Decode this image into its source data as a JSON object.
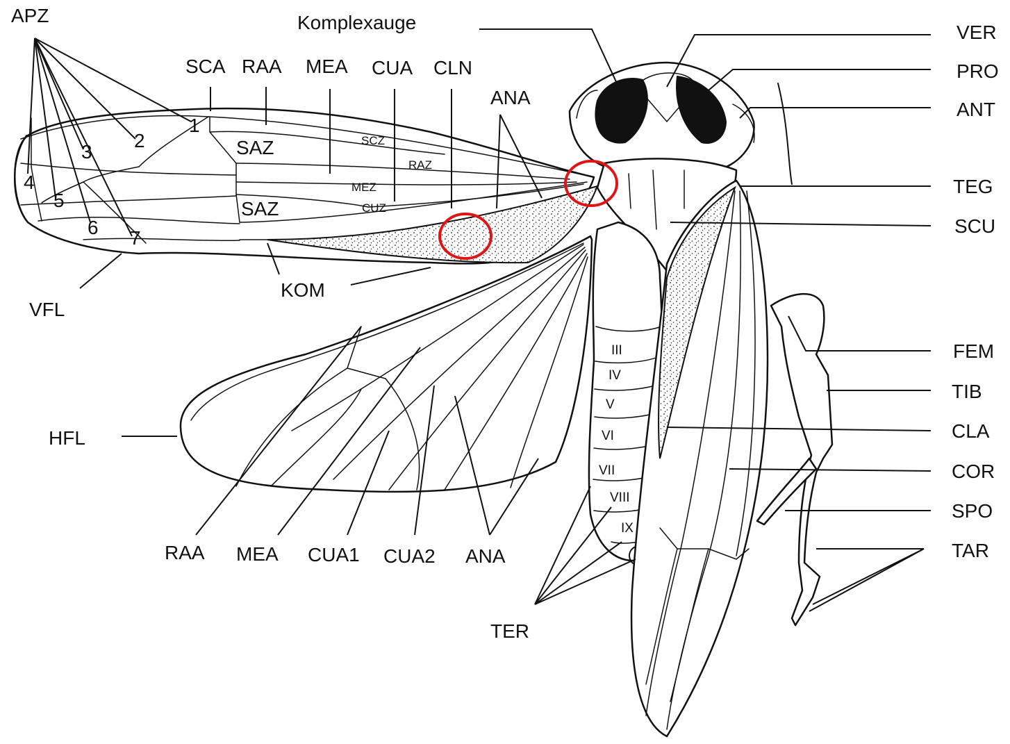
{
  "labels": {
    "apz": "APZ",
    "komplexauge": "Komplexauge",
    "sca": "SCA",
    "raa_top": "RAA",
    "mea_top": "MEA",
    "cua_top": "CUA",
    "cln": "CLN",
    "ana_top": "ANA",
    "ver": "VER",
    "pro": "PRO",
    "ant": "ANT",
    "teg": "TEG",
    "scu": "SCU",
    "fem": "FEM",
    "tib": "TIB",
    "cla": "CLA",
    "cor": "COR",
    "spo": "SPO",
    "tar": "TAR",
    "vfl": "VFL",
    "kom": "KOM",
    "hfl": "HFL",
    "raa_bottom": "RAA",
    "mea_bottom": "MEA",
    "cua1": "CUA1",
    "cua2": "CUA2",
    "ana_bottom": "ANA",
    "ter": "TER",
    "saz_upper": "SAZ",
    "saz_lower": "SAZ",
    "scz": "SCZ",
    "raz": "RAZ",
    "mez": "MEZ",
    "cuz": "CUZ",
    "cell_1": "1",
    "cell_2": "2",
    "cell_3": "3",
    "cell_4": "4",
    "cell_5": "5",
    "cell_6": "6",
    "cell_7": "7",
    "seg_3": "III",
    "seg_4": "IV",
    "seg_5": "V",
    "seg_6": "VI",
    "seg_7": "VII",
    "seg_8": "VIII",
    "seg_9": "IX"
  },
  "colors": {
    "ink": "#111111",
    "highlight_circle": "#e01414",
    "background": "#ffffff"
  }
}
